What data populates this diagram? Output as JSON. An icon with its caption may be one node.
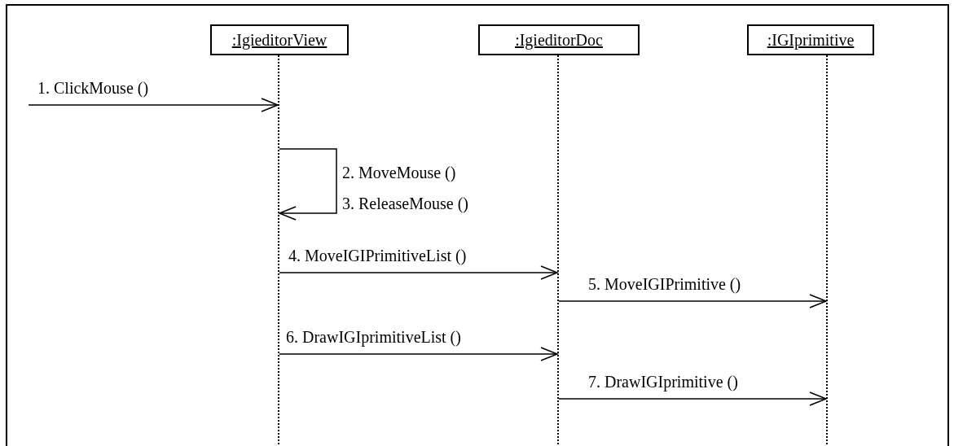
{
  "diagram": {
    "nodes": [
      {
        "text": [
          ":IgieditorView"
        ]
      },
      {
        "text": [
          ":IgieditorDoc"
        ]
      },
      {
        "text": [
          ":IGIprimitive"
        ]
      },
      {
        "text": [],
        "shape": "line"
      },
      {
        "text": [],
        "shape": "line"
      },
      {
        "text": [],
        "shape": "line"
      }
    ],
    "edges": [
      {
        "from": null,
        "to": 3,
        "arrow": "to",
        "label": "1. ClickMouse ()"
      },
      {
        "from": 3,
        "to": 3,
        "arrow": "to",
        "label": "2. MoveMouse () 3. ReleaseMouse ()"
      },
      {
        "from": 3,
        "to": 4,
        "arrow": "to",
        "label": "4. MoveIGIPrimitiveList ()"
      },
      {
        "from": 4,
        "to": 5,
        "arrow": "to",
        "label": "5. MoveIGIPrimitive ()"
      },
      {
        "from": 3,
        "to": 4,
        "arrow": "to",
        "label": "6. DrawIGIprimitiveList ()"
      },
      {
        "from": 4,
        "to": 5,
        "arrow": "to",
        "label": "7. DrawIGIprimitive ()"
      }
    ]
  }
}
